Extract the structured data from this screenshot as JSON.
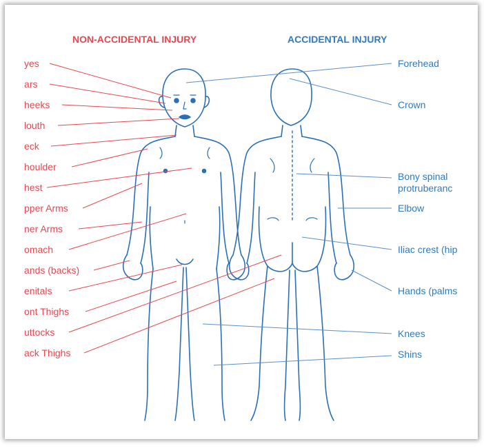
{
  "titles": {
    "left": "NON-ACCIDENTAL INJURY",
    "right": "ACCIDENTAL INJURY"
  },
  "colors": {
    "left": "#e8474f",
    "right": "#2e7bbf",
    "figure": "#2a6fb8"
  },
  "left_labels": [
    "yes",
    "ars",
    "heeks",
    "louth",
    "eck",
    "houlder",
    "hest",
    "pper Arms",
    "ner Arms",
    "omach",
    "ands (backs)",
    "enitals",
    "ont Thighs",
    "uttocks",
    "ack Thighs"
  ],
  "right_labels": [
    "Forehead",
    "Crown",
    "Bony spinal",
    "protruberanc",
    "Elbow",
    "Iliac crest (hip",
    "Hands (palms",
    "Knees",
    "Shins"
  ]
}
